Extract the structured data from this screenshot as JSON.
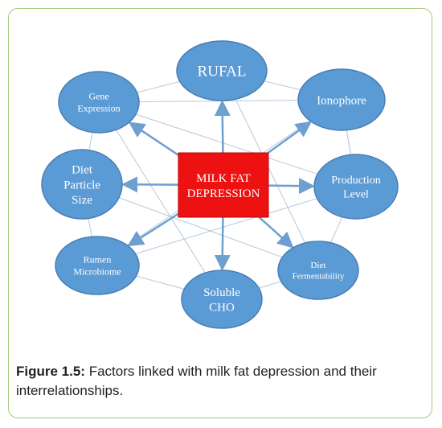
{
  "diagram": {
    "center": {
      "lines": [
        "MILK FAT",
        "DEPRESSION"
      ],
      "color": "#ee1111"
    },
    "node_color": "#5b9bd5",
    "node_border": "#4a7eb3",
    "arrow_color": "#6d9fcf",
    "link_color": "#b7c8dc",
    "nodes": [
      {
        "id": "rufal",
        "lines": [
          "RUFAL"
        ]
      },
      {
        "id": "ionophore",
        "lines": [
          "Ionophore"
        ]
      },
      {
        "id": "production-level",
        "lines": [
          "Production",
          "Level"
        ]
      },
      {
        "id": "diet-fermentability",
        "lines": [
          "Diet",
          "Fermentability"
        ]
      },
      {
        "id": "soluble-cho",
        "lines": [
          "Soluble",
          "CHO"
        ]
      },
      {
        "id": "rumen-microbiome",
        "lines": [
          "Rumen",
          "Microbiome"
        ]
      },
      {
        "id": "diet-particle-size",
        "lines": [
          "Diet",
          "Particle",
          "Size"
        ]
      },
      {
        "id": "gene-expression",
        "lines": [
          "Gene",
          "Expression"
        ]
      }
    ]
  },
  "caption": {
    "label": "Figure 1.5:",
    "text": " Factors linked with milk fat depression and their interrelationships."
  },
  "border_color": "#a9c77e"
}
